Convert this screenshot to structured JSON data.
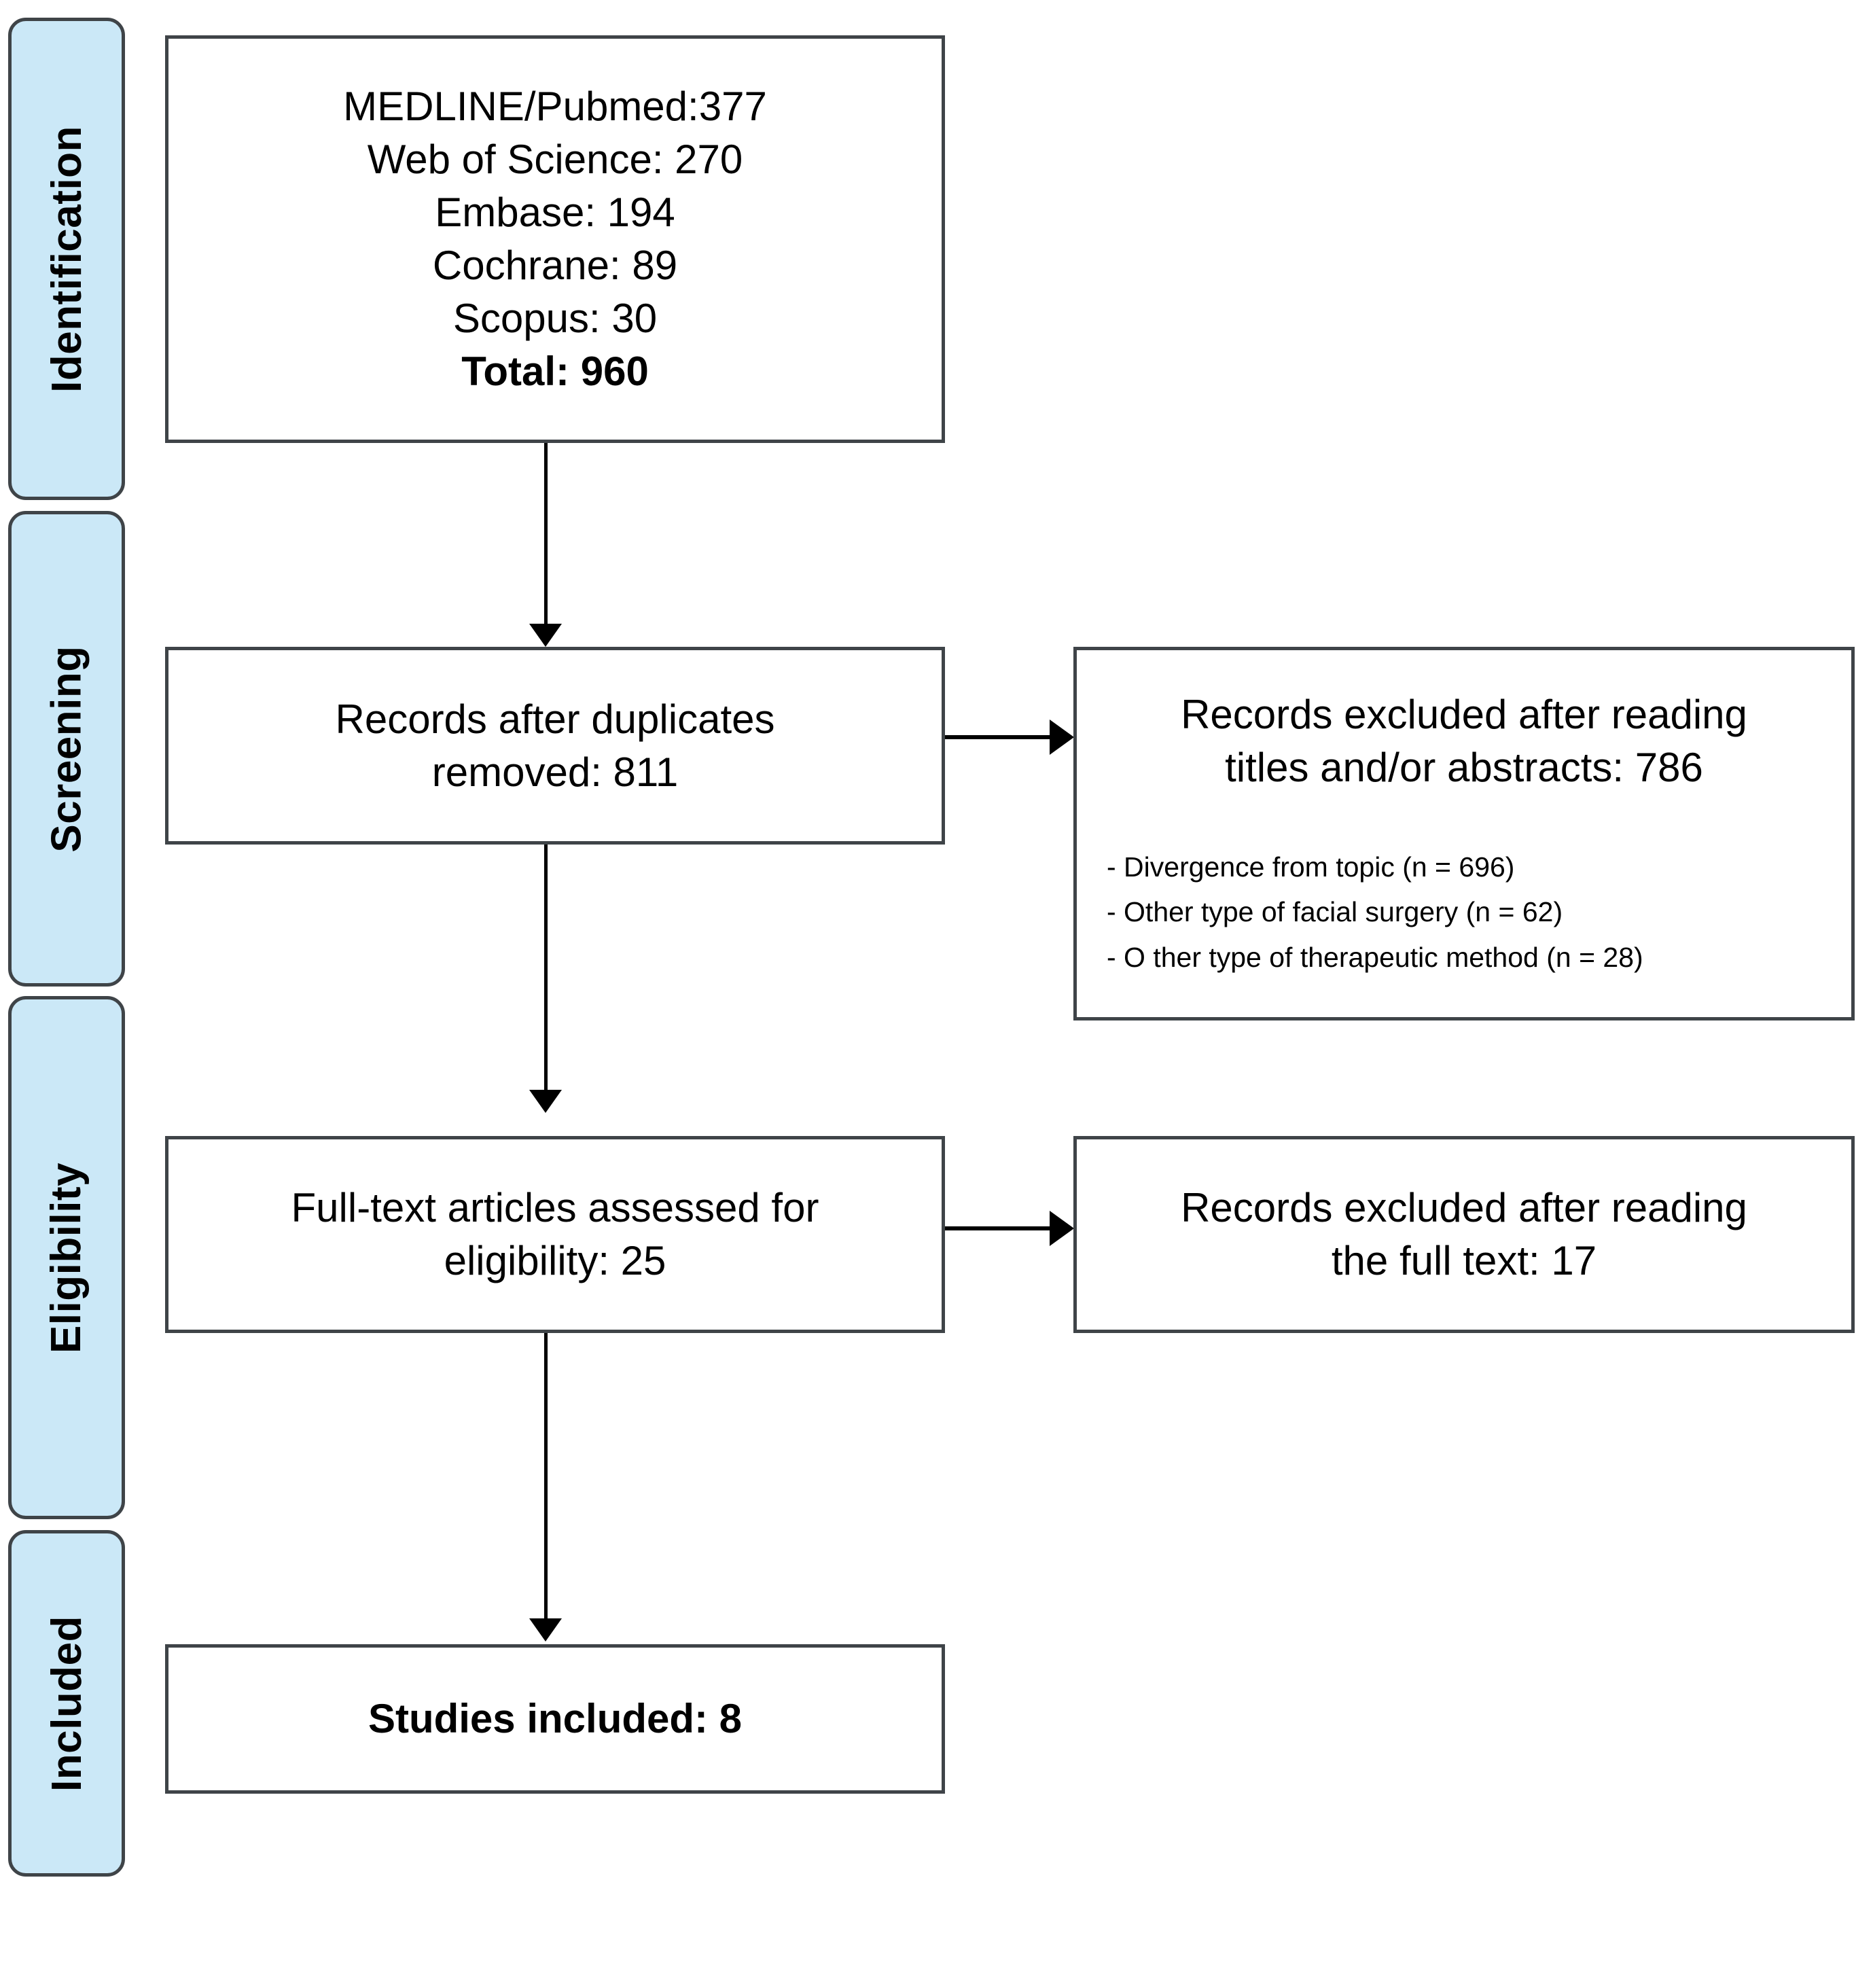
{
  "diagram": {
    "type": "PRISMA flow diagram",
    "stages": [
      {
        "id": "identification",
        "label": "Identification"
      },
      {
        "id": "screening",
        "label": "Screening"
      },
      {
        "id": "eligibility",
        "label": "Eligibility"
      },
      {
        "id": "included",
        "label": "Included"
      }
    ],
    "boxes": {
      "identification_sources": {
        "lines": [
          "MEDLINE/Pubmed:377",
          "Web of Science: 270",
          "Embase: 194",
          "Cochrane: 89",
          "Scopus: 30"
        ],
        "total_line": "Total: 960"
      },
      "records_after_duplicates": {
        "line1": "Records after duplicates",
        "line2": "removed: 811"
      },
      "records_excluded_screening": {
        "line1": "Records excluded after reading",
        "line2": "titles and/or abstracts: 786",
        "bullets": [
          "- Divergence from topic (n = 696)",
          "- Other type of facial surgery (n = 62)",
          "- O ther type of therapeutic method (n = 28)"
        ]
      },
      "fulltext_assessed": {
        "line1": "Full-text articles assessed for",
        "line2": "eligibility: 25"
      },
      "records_excluded_fulltext": {
        "line1": "Records excluded after reading",
        "line2": "the full text: 17"
      },
      "studies_included": {
        "line1": "Studies included: 8"
      }
    },
    "colors": {
      "stage_fill": "#cbe8f7",
      "border": "#3f4448",
      "box_fill": "#ffffff",
      "text": "#000000",
      "connector": "#000000"
    }
  }
}
